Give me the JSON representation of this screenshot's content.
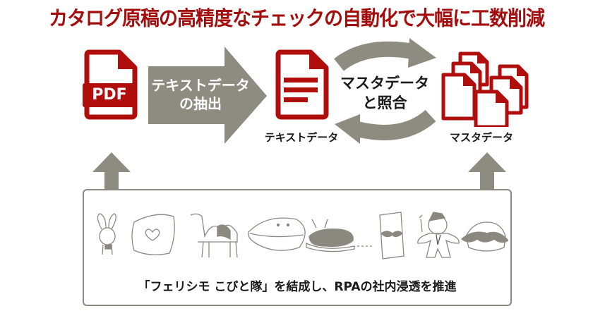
{
  "title": "カタログ原稿の高精度なチェックの自動化で大幅に工数削減",
  "colors": {
    "title_red": "#a30d0d",
    "icon_red": "#b00d0d",
    "arrow_gray": "#8e8b81",
    "box_border": "#8a887f",
    "text_dark": "#1a1a1a"
  },
  "flow": {
    "pdf_icon": {
      "icon": "pdf-file-icon",
      "text": "PDF"
    },
    "extract_arrow": {
      "line1": "テキストデータ",
      "line2": "の抽出"
    },
    "text_doc": {
      "icon": "text-document-icon",
      "label": "テキストデータ"
    },
    "match_cycle": {
      "line1": "マスタデータ",
      "line2": "と照合"
    },
    "master_docs": {
      "icon": "stacked-documents-icon",
      "label": "マスタデータ"
    }
  },
  "team": {
    "caption": "「フェリシモ こびと隊」を結成し、RPAの社内浸透を推進",
    "characters": [
      {
        "name": "rabbit"
      },
      {
        "name": "heart-cookie"
      },
      {
        "name": "camel"
      },
      {
        "name": "clam-shell"
      },
      {
        "name": "eclair"
      },
      {
        "name": "mustache-block"
      },
      {
        "name": "gingerbread-man"
      },
      {
        "name": "cake"
      }
    ]
  }
}
